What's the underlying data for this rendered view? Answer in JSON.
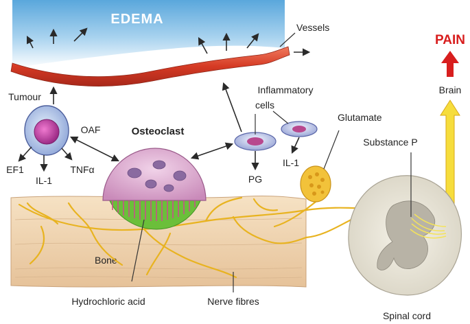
{
  "labels": {
    "edema": "EDEMA",
    "vessels": "Vessels",
    "pain": "PAIN",
    "brain": "Brain",
    "tumour": "Tumour",
    "oaf": "OAF",
    "osteoclast": "Osteoclast",
    "inflammatory_1": "Inflammatory",
    "inflammatory_2": "cells",
    "glutamate": "Glutamate",
    "substance_p": "Substance P",
    "ef1": "EF1",
    "il1_left": "IL-1",
    "tnf": "TNFα",
    "pg": "PG",
    "il1_right": "IL-1",
    "bone": "Bone",
    "hydrochloric_acid": "Hydrochloric acid",
    "nerve_fibres": "Nerve fibres",
    "spinal_cord": "Spinal cord"
  },
  "colors": {
    "edema_top": "#6aaedb",
    "vessel": "#d9412b",
    "bone": "#f0d3ae",
    "osteoclast": "#d8a0cc",
    "acid_zone": "#6bbf3a",
    "nerve": "#e8b320",
    "pain": "#d81e1e"
  }
}
